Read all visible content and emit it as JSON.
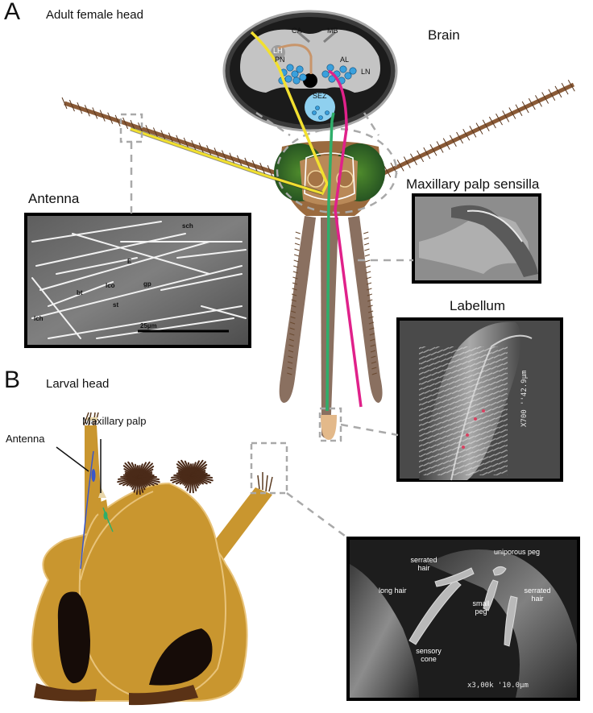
{
  "panels": {
    "a": {
      "letter": "A",
      "title": "Adult female head"
    },
    "b": {
      "letter": "B",
      "title": "Larval head"
    }
  },
  "brain": {
    "title": "Brain",
    "regions": {
      "ca": "CA",
      "mb": "MB",
      "lh": "LH",
      "pn": "PN",
      "al": "AL",
      "ln": "LN",
      "sez": "SEZ"
    }
  },
  "insets": {
    "antenna": {
      "title": "Antenna",
      "labels": {
        "sch": "sch",
        "e": "E",
        "lco": "lco",
        "gp": "gp",
        "bt": "bt",
        "st": "st",
        "lch": "lch"
      },
      "scale_bar": "25µm"
    },
    "maxillary_palp": {
      "title": "Maxillary palp sensilla"
    },
    "labellum": {
      "title": "Labellum",
      "imprint": "X700  ''42.9µm"
    },
    "larval_sem": {
      "labels": {
        "serrated_hair_1": "serrated hair",
        "uniporous_peg": "uniporous peg",
        "long_hair": "long hair",
        "small_peg": "small peg",
        "serrated_hair_2": "serrated hair",
        "sensory_cone": "sensory cone"
      },
      "imprint": "x3,00k  '10.0µm"
    }
  },
  "larva": {
    "antenna_label": "Antenna",
    "maxillary_palp_label": "Maxillary palp"
  },
  "colors": {
    "olfactory_pathway": "#f2e030",
    "taste_pathway": "#e0218a",
    "palp_pathway": "#2fae6a",
    "projection_neuron": "#c8956a",
    "glomeruli": "#3aa0dc",
    "sez": "#8fd0ef",
    "larva_body": "#c9962f",
    "adult_proboscis": "#8a7060"
  }
}
